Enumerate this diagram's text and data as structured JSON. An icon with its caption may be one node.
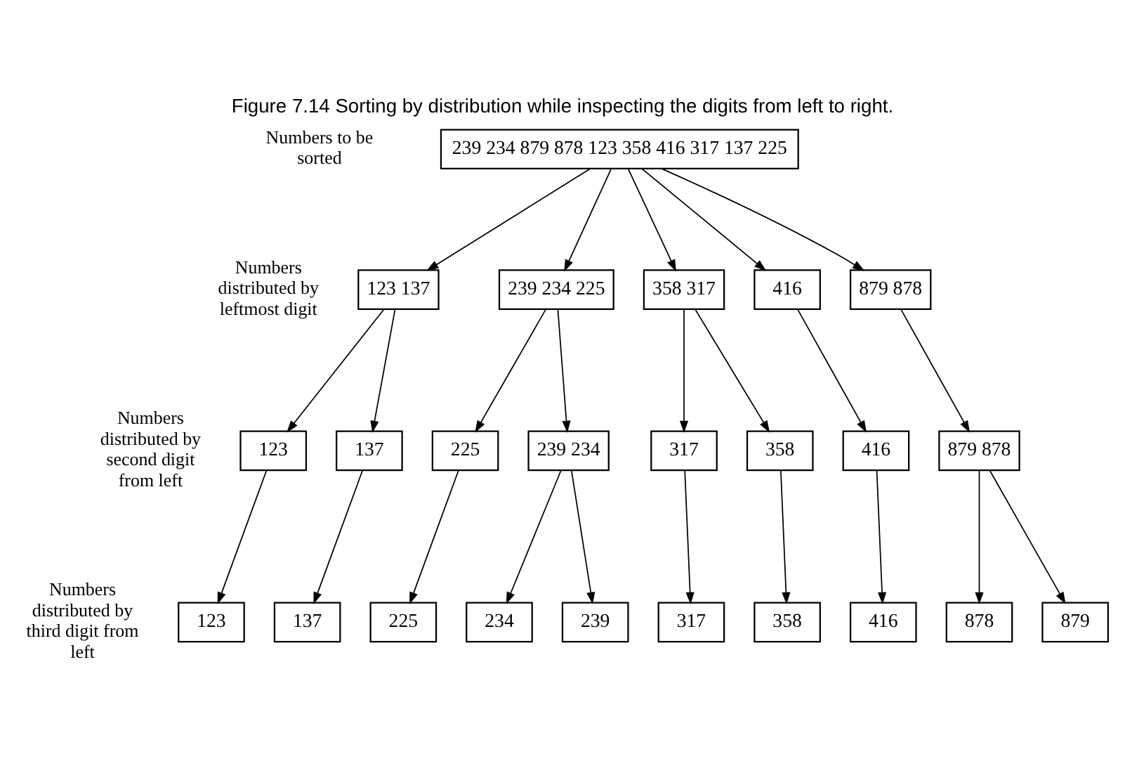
{
  "diagram": {
    "title": "Figure 7.14 Sorting by distribution while inspecting the digits from left to right.",
    "nodes": [
      {
        "text": [
          "239 234 879 878 123 358 416 317 137 225"
        ]
      },
      {
        "text": [
          "123 137"
        ]
      },
      {
        "text": [
          "239 234 225"
        ]
      },
      {
        "text": [
          "358 317"
        ]
      },
      {
        "text": [
          "416"
        ]
      },
      {
        "text": [
          "879 878"
        ]
      },
      {
        "text": [
          "123"
        ]
      },
      {
        "text": [
          "137"
        ]
      },
      {
        "text": [
          "225"
        ]
      },
      {
        "text": [
          "239 234"
        ]
      },
      {
        "text": [
          "317"
        ]
      },
      {
        "text": [
          "358"
        ]
      },
      {
        "text": [
          "416"
        ]
      },
      {
        "text": [
          "879 878"
        ]
      },
      {
        "text": [
          "123"
        ]
      },
      {
        "text": [
          "137"
        ]
      },
      {
        "text": [
          "225"
        ]
      },
      {
        "text": [
          "234"
        ]
      },
      {
        "text": [
          "239"
        ]
      },
      {
        "text": [
          "317"
        ]
      },
      {
        "text": [
          "358"
        ]
      },
      {
        "text": [
          "416"
        ]
      },
      {
        "text": [
          "878"
        ]
      },
      {
        "text": [
          "879"
        ]
      }
    ],
    "edges": [
      {
        "from": 0,
        "to": 1,
        "arrow": "to"
      },
      {
        "from": 0,
        "to": 2,
        "arrow": "to"
      },
      {
        "from": 0,
        "to": 3,
        "arrow": "to"
      },
      {
        "from": 0,
        "to": 4,
        "arrow": "to"
      },
      {
        "from": 0,
        "to": 5,
        "arrow": "to"
      },
      {
        "from": 1,
        "to": 6,
        "arrow": "to"
      },
      {
        "from": 1,
        "to": 7,
        "arrow": "to"
      },
      {
        "from": 2,
        "to": 8,
        "arrow": "to"
      },
      {
        "from": 2,
        "to": 9,
        "arrow": "to"
      },
      {
        "from": 3,
        "to": 10,
        "arrow": "to"
      },
      {
        "from": 3,
        "to": 11,
        "arrow": "to"
      },
      {
        "from": 4,
        "to": 12,
        "arrow": "to"
      },
      {
        "from": 5,
        "to": 13,
        "arrow": "to"
      },
      {
        "from": 6,
        "to": 14,
        "arrow": "to"
      },
      {
        "from": 7,
        "to": 15,
        "arrow": "to"
      },
      {
        "from": 8,
        "to": 16,
        "arrow": "to"
      },
      {
        "from": 9,
        "to": 17,
        "arrow": "to"
      },
      {
        "from": 9,
        "to": 18,
        "arrow": "to"
      },
      {
        "from": 10,
        "to": 19,
        "arrow": "to"
      },
      {
        "from": 11,
        "to": 20,
        "arrow": "to"
      },
      {
        "from": 12,
        "to": 21,
        "arrow": "to"
      },
      {
        "from": 13,
        "to": 22,
        "arrow": "to"
      },
      {
        "from": 13,
        "to": 23,
        "arrow": "to"
      }
    ],
    "labels": [
      "Numbers to be sorted",
      "Numbers distributed by leftmost digit",
      "Numbers distributed by second digit from left",
      "Numbers distributed by third digit from left"
    ]
  }
}
